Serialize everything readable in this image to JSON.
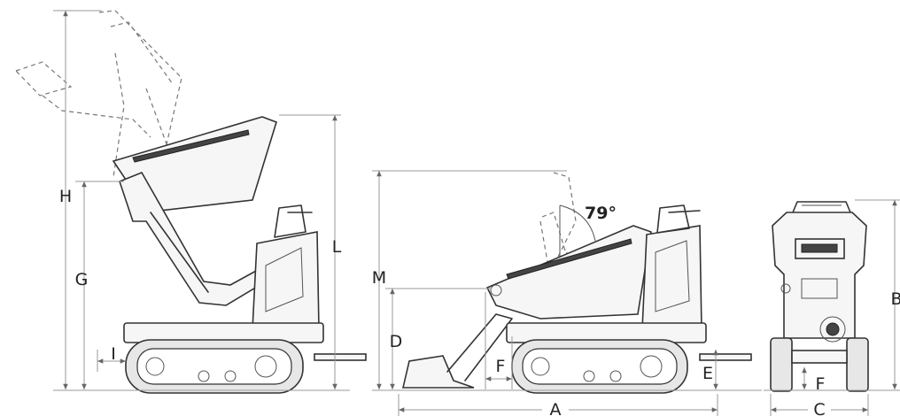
{
  "dimensions": {
    "A": "A",
    "B": "B",
    "C": "C",
    "D": "D",
    "E": "E",
    "F_side": "F",
    "F_front": "F",
    "G": "G",
    "H": "H",
    "I": "I",
    "L": "L",
    "M": "M"
  },
  "angle": "79°"
}
